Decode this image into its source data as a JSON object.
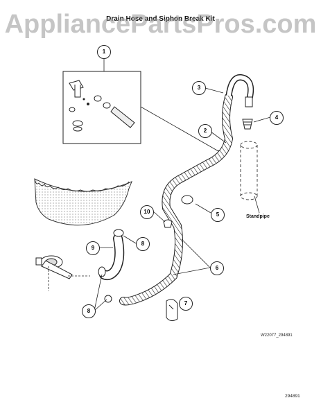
{
  "diagram": {
    "title": "Drain Hose and Siphon Break Kit",
    "watermark": "AppliancePartsPros.com",
    "callouts": [
      "1",
      "2",
      "3",
      "4",
      "5",
      "6",
      "7",
      "8",
      "8",
      "9",
      "10"
    ],
    "labels": {
      "standpipe": "Standpipe"
    },
    "codes": {
      "small": "W22077_294891",
      "big": "294891"
    }
  }
}
